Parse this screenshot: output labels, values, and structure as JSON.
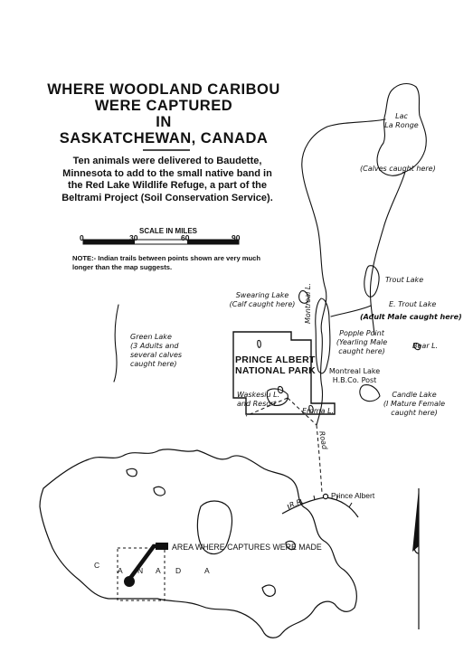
{
  "title": [
    "WHERE WOODLAND CARIBOU",
    "WERE CAPTURED",
    "IN",
    "SASKATCHEWAN, CANADA"
  ],
  "description": "Ten animals were delivered to Baudette, Minnesota to add to the small native band in the Red Lake Wildlife Refuge, a part of the Beltrami Project (Soil Conservation Service).",
  "scale": {
    "title": "SCALE IN MILES",
    "ticks": [
      "0",
      "30",
      "60",
      "90"
    ]
  },
  "note": "NOTE:- Indian trails between points shown are very much longer than the map suggests.",
  "places": {
    "lac_la_ronge": [
      "Lac",
      "La Ronge"
    ],
    "la_ronge_calves": "(Calves caught here)",
    "trout_lake": "Trout Lake",
    "e_trout_lake": "E. Trout Lake",
    "e_trout_note": "(Adult Male caught here)",
    "swearing_lake": [
      "Swearing Lake",
      "(Calf caught here)"
    ],
    "montreal_l": "Montreal L.",
    "popple_point": [
      "Popple Point",
      "(Yearling Male",
      "caught here)"
    ],
    "bear_l": "Bear L.",
    "park": [
      "PRINCE ALBERT",
      "NATIONAL PARK"
    ],
    "montreal_lake_post": [
      "Montreal Lake",
      "H.B.Co. Post"
    ],
    "candle_lake": [
      "Candle Lake",
      "(I Mature Female",
      "caught here)"
    ],
    "green_lake": [
      "Green Lake",
      "(3 Adults and",
      "several calves",
      "caught here)"
    ],
    "waskesiu": [
      "Waskesiu L.",
      "and Resort"
    ],
    "emma_l": "Emma L.",
    "road": "Road",
    "rr": "R.R.",
    "prince_albert": "Prince Albert"
  },
  "inset": {
    "label": "AREA WHERE CAPTURES WERE MADE",
    "country_letters": [
      "C",
      "A",
      "N",
      "A",
      "D",
      "A"
    ]
  }
}
